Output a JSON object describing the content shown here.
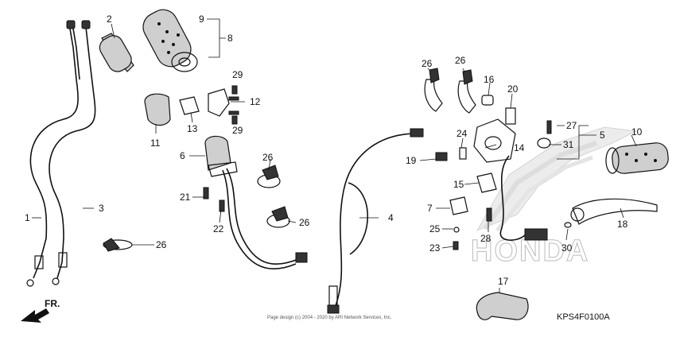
{
  "diagram": {
    "code": "KPS4F0100A",
    "copyright": "Page design (c) 2004 - 2020 by ARI Network Services, Inc.",
    "direction_label": "FR.",
    "watermark": "HONDA"
  },
  "callouts": [
    {
      "id": "c1",
      "label": "1"
    },
    {
      "id": "c2",
      "label": "2"
    },
    {
      "id": "c3",
      "label": "3"
    },
    {
      "id": "c4",
      "label": "4"
    },
    {
      "id": "c5",
      "label": "5"
    },
    {
      "id": "c6",
      "label": "6"
    },
    {
      "id": "c7",
      "label": "7"
    },
    {
      "id": "c8",
      "label": "8"
    },
    {
      "id": "c9",
      "label": "9"
    },
    {
      "id": "c10",
      "label": "10"
    },
    {
      "id": "c11",
      "label": "11"
    },
    {
      "id": "c12",
      "label": "12"
    },
    {
      "id": "c13",
      "label": "13"
    },
    {
      "id": "c14",
      "label": "14"
    },
    {
      "id": "c15",
      "label": "15"
    },
    {
      "id": "c16",
      "label": "16"
    },
    {
      "id": "c17",
      "label": "17"
    },
    {
      "id": "c18",
      "label": "18"
    },
    {
      "id": "c19",
      "label": "19"
    },
    {
      "id": "c20",
      "label": "20"
    },
    {
      "id": "c21",
      "label": "21"
    },
    {
      "id": "c22",
      "label": "22"
    },
    {
      "id": "c23",
      "label": "23"
    },
    {
      "id": "c24",
      "label": "24"
    },
    {
      "id": "c25",
      "label": "25"
    },
    {
      "id": "c26a",
      "label": "26"
    },
    {
      "id": "c26b",
      "label": "26"
    },
    {
      "id": "c26c",
      "label": "26"
    },
    {
      "id": "c26d",
      "label": "26"
    },
    {
      "id": "c26e",
      "label": "26"
    },
    {
      "id": "c27",
      "label": "27"
    },
    {
      "id": "c28",
      "label": "28"
    },
    {
      "id": "c29a",
      "label": "29"
    },
    {
      "id": "c29b",
      "label": "29"
    },
    {
      "id": "c30",
      "label": "30"
    },
    {
      "id": "c31",
      "label": "31"
    }
  ]
}
